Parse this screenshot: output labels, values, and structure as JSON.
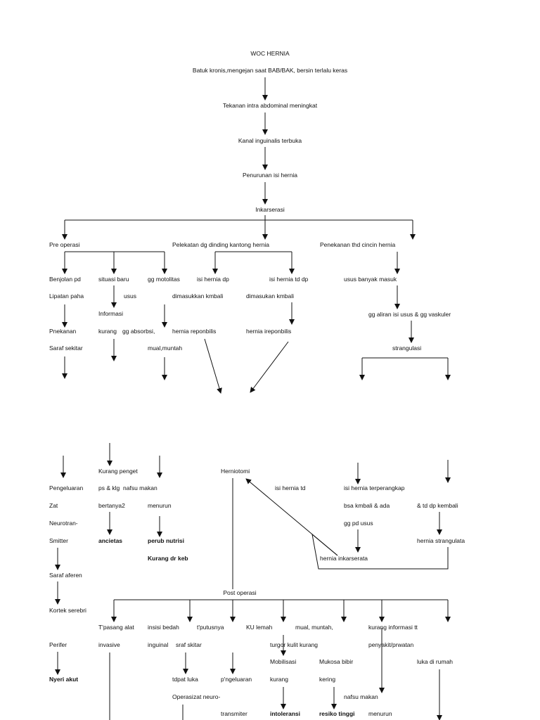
{
  "diagram": {
    "title": "WOC HERNIA",
    "chain": {
      "cause": "Batuk kronis,mengejan saat BAB/BAK, bersin terlalu keras",
      "pressure": "Tekanan intra abdominal meningkat",
      "canal": "Kanal inguinalis terbuka",
      "descent": "Penurunan isi hernia",
      "incarceration": "Inkarserasi"
    },
    "branches": {
      "pre_op": "Pre operasi",
      "adhesion": "Pelekatan dg dinding kantong hernia",
      "ring_pressure": "Penekanan thd cincin hernia"
    },
    "pre_op": {
      "lump": [
        "Benjolan pd",
        "Lipatan paha"
      ],
      "pressing": [
        "Pnekanan",
        "Saraf sekitar"
      ],
      "new_situation": [
        "situasi baru",
        "Informasi",
        "kurang"
      ],
      "motility": [
        "gg motolitas",
        "usus",
        "gg absorbsi,",
        "mual,muntah"
      ],
      "pain_chain": [
        "Pengeluaran",
        "Zat",
        "Neurotran-",
        "Smitter",
        "Saraf aferen",
        "Kortek serebri",
        "Perifer"
      ],
      "pain_dx": "Nyeri akut",
      "knowledge": [
        "Kurang penget",
        "ps & klg",
        "bertanya2"
      ],
      "anxiety_dx": "ancietas",
      "appetite": [
        "nafsu makan",
        "menurun"
      ],
      "nutrition_dx": [
        "perub nutrisi",
        "Kurang dr keb"
      ]
    },
    "adhesion": {
      "reducible": [
        "isi hernia dp",
        "dimasukkan kmbali",
        "hernia reponbilis"
      ],
      "irreducible": [
        "isi hernia td dp",
        "dimasukan kmbali",
        "hernia ireponbilis"
      ]
    },
    "ring": {
      "much_bowel": "usus banyak masuk",
      "flow": "gg aliran isi usus & gg vaskuler",
      "strangulation": "strangulasi",
      "trapped": [
        "isi hernia terperangkap",
        "bsa kmbali & ada",
        "gg pd usus"
      ],
      "cannot_return": "& td dp kembali",
      "strangulated": "hernia strangulata",
      "incarcerated": "hernia inkarserata",
      "content_td": "isi hernia td"
    },
    "surgery": "Herniotomi",
    "post_op": {
      "title": "Post operasi",
      "device": [
        "T'pasang alat",
        "invasive"
      ],
      "incision": [
        "insisi bedah",
        "inguinal"
      ],
      "nerve": [
        "t'putusnya",
        "sraf skitar"
      ],
      "wound": [
        "tdpat luka",
        "Operasi"
      ],
      "neuro": [
        "p'ngeluaran",
        "zat neuro-",
        "transmiter"
      ],
      "ku": "KU lemah",
      "nausea": "mual, muntah,",
      "turgor": "turgor kulit kurang",
      "mobility": [
        "Mobilisasi",
        "kurang"
      ],
      "intolerance_dx": "intoleransi",
      "lips": [
        "Mukosa bibir",
        "kering"
      ],
      "risk_dx": "resiko tinggi",
      "appetite": [
        "nafsu makan",
        "menurun"
      ],
      "info": [
        "kurang informasi tt",
        "penyakit/prwatan"
      ],
      "home": "luka di rumah"
    }
  }
}
